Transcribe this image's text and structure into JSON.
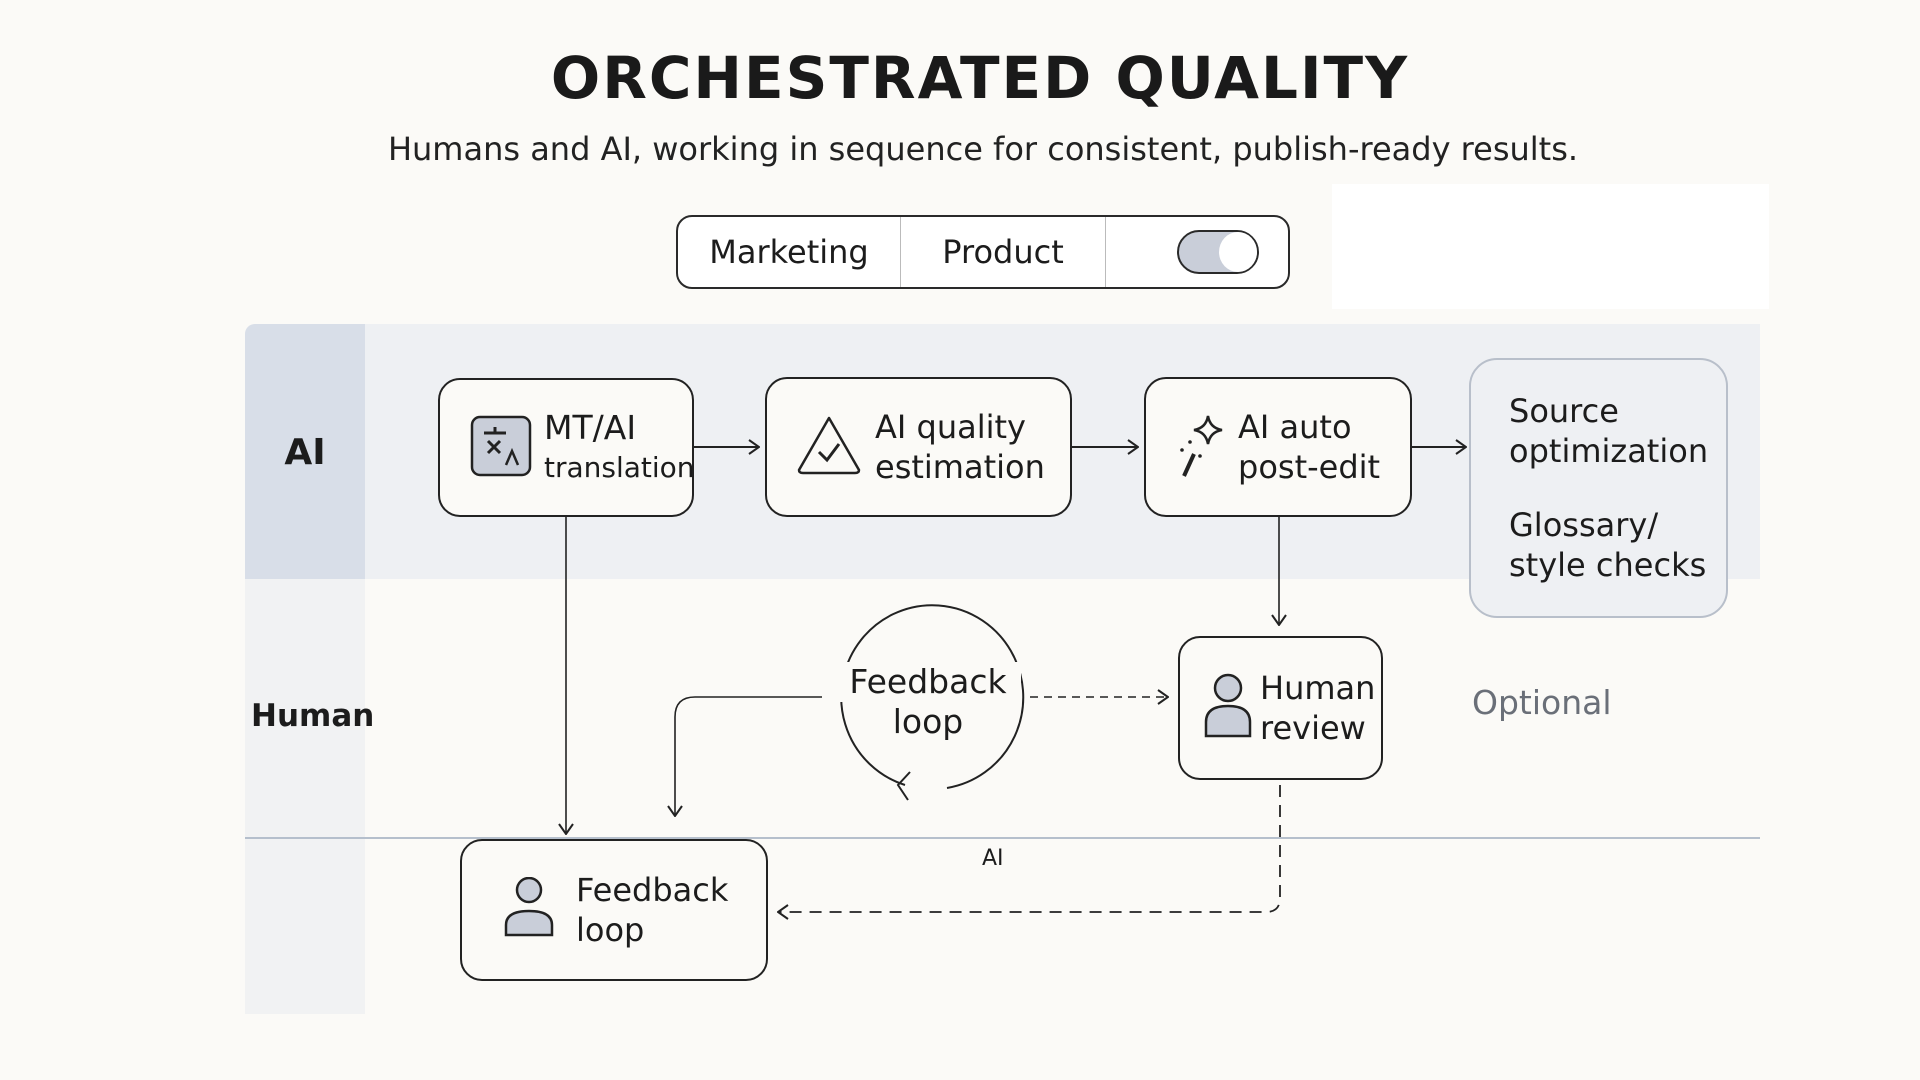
{
  "header": {
    "title": "ORCHESTRATED QUALITY",
    "subtitle": "Humans and AI, working in sequence for consistent, publish-ready results."
  },
  "segmented_control": {
    "options": [
      "Marketing",
      "Product"
    ],
    "toggle_state": "on"
  },
  "lanes": {
    "ai_label": "AI",
    "human_label": "Human"
  },
  "nodes": {
    "mt_translation": {
      "line1": "MT/AI",
      "line2": "translation",
      "icon": "translate-icon"
    },
    "quality_estimation": {
      "line1": "AI quality",
      "line2": "estimation",
      "icon": "warning-check-icon"
    },
    "auto_post_edit": {
      "line1": "AI auto",
      "line2": "post-edit",
      "icon": "magic-wand-icon"
    },
    "source_checks": {
      "line1": "Source",
      "line2": "optimization",
      "line3": "Glossary/",
      "line4": "style checks"
    },
    "human_review": {
      "line1": "Human",
      "line2": "review",
      "icon": "user-icon"
    },
    "feedback_circle": {
      "line1": "Feedback",
      "line2": "loop"
    },
    "feedback_box": {
      "line1": "Feedback",
      "line2": "loop",
      "icon": "user-icon"
    }
  },
  "annotations": {
    "optional": "Optional",
    "ai_small": "AI"
  },
  "colors": {
    "ai_lane": "#eef0f3",
    "ai_label_bg": "#d8dee8",
    "icon_fill": "#c9ced9",
    "stroke": "#222222",
    "muted_text": "#6a6f78"
  }
}
